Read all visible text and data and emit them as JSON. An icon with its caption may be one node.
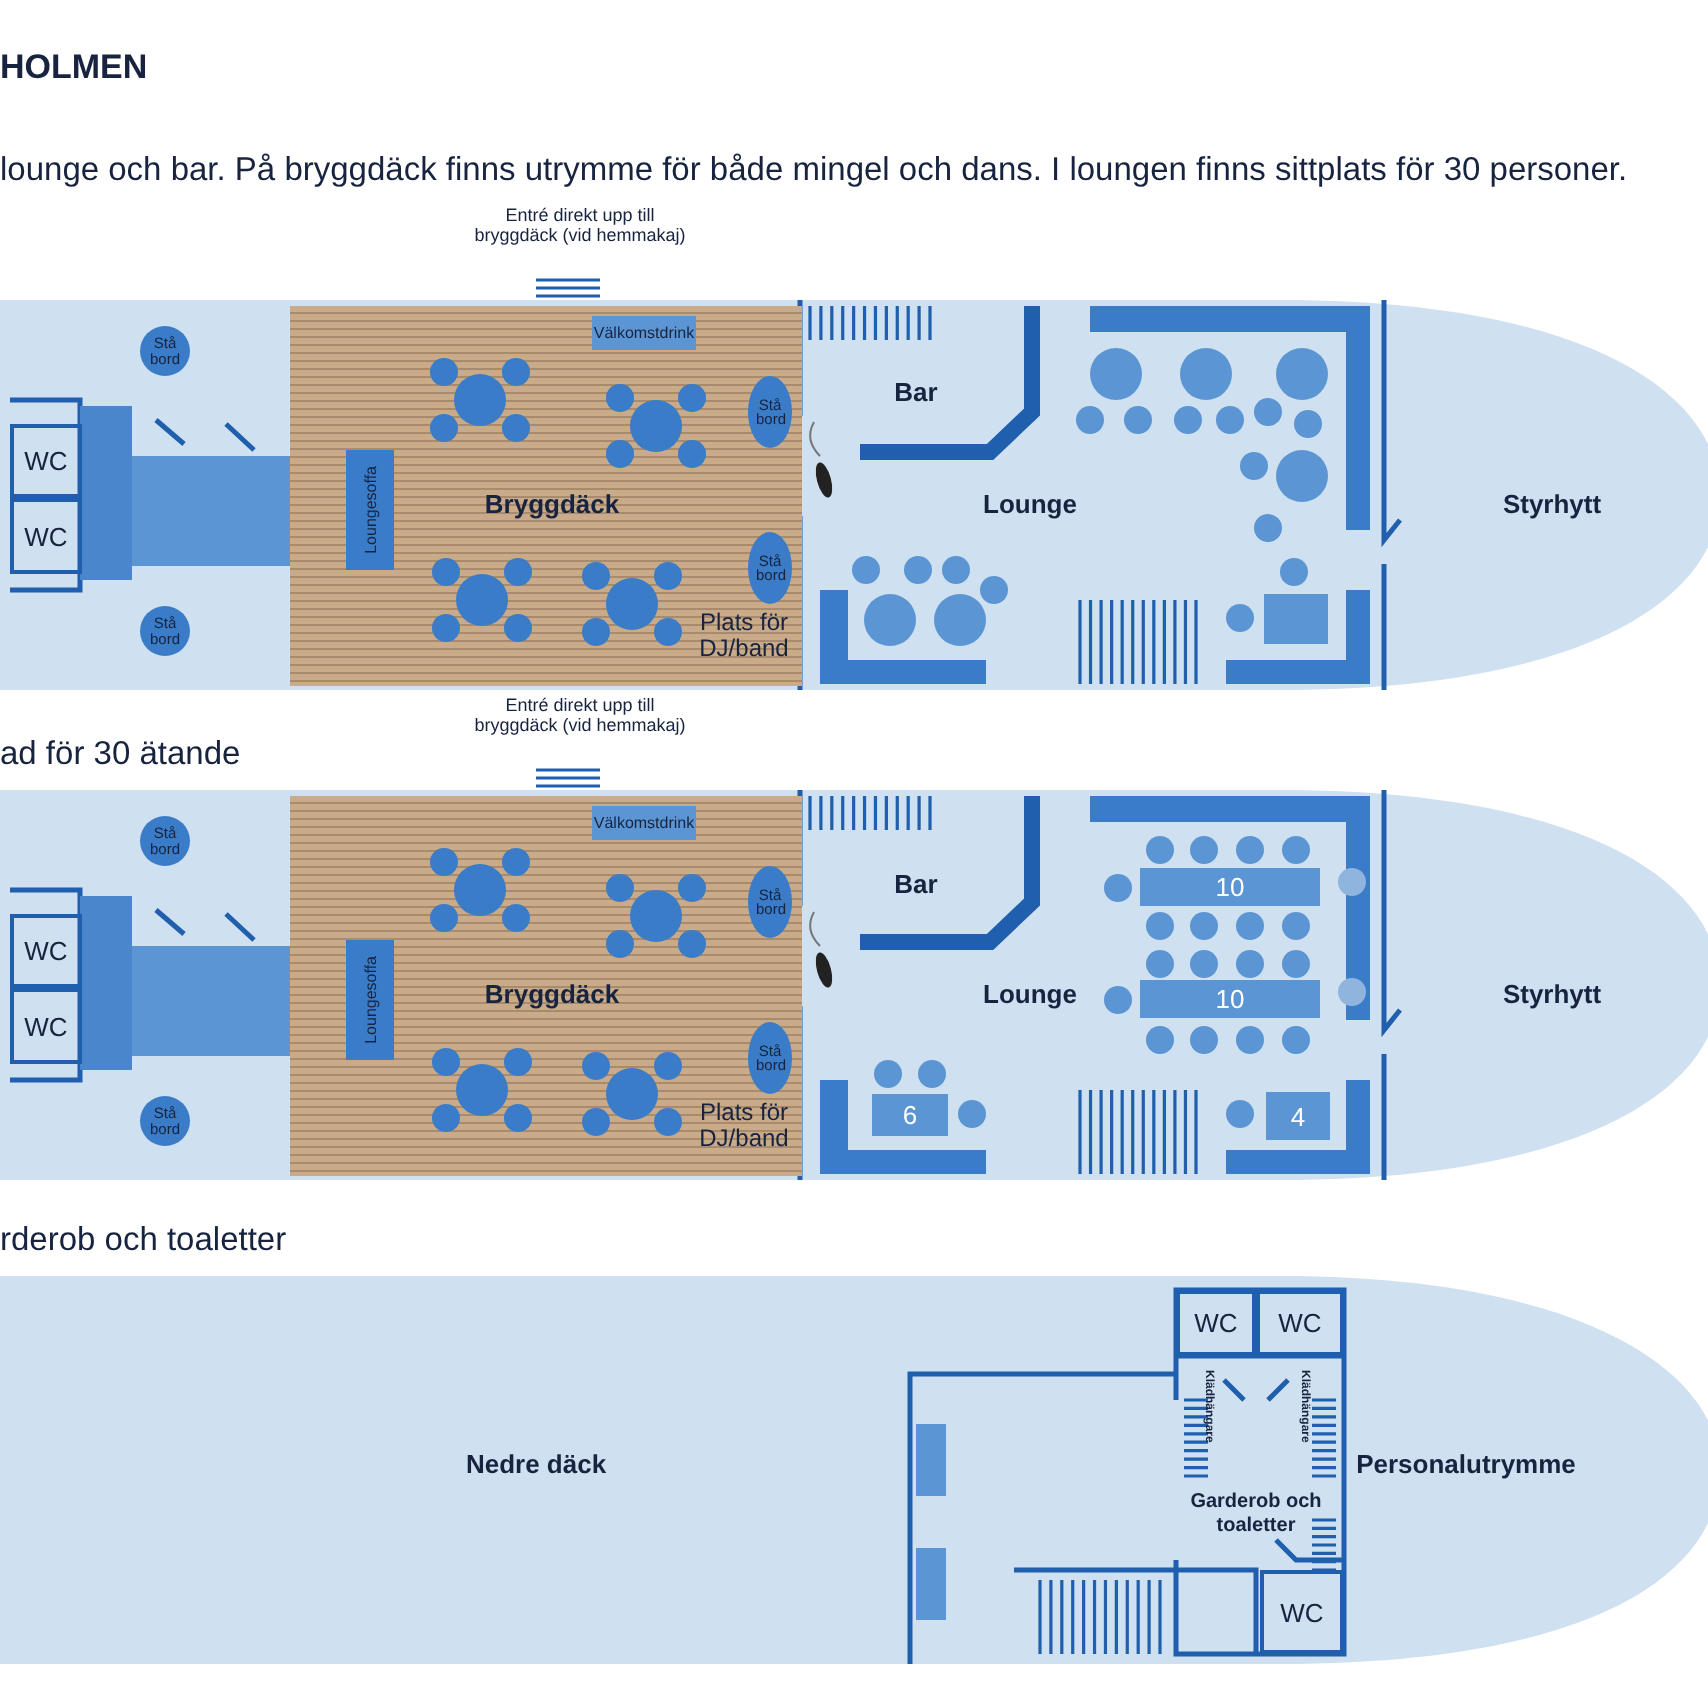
{
  "diagram": {
    "title": "HOLMEN",
    "nodes": [
      {
        "text": [
          "WC"
        ]
      },
      {
        "text": [
          "WC"
        ]
      },
      {
        "text": [
          "Stå bord"
        ]
      },
      {
        "text": [
          "Stå bord"
        ]
      },
      {
        "text": [
          "Bryggdäck",
          "Plats för DJ/band"
        ]
      },
      {
        "text": [
          "Välkomstdrink"
        ],
        "in": 4
      },
      {
        "text": [
          "Loungesoffa"
        ],
        "in": 4
      },
      {
        "text": [
          "Stå bord"
        ],
        "in": 4
      },
      {
        "text": [
          "Stå bord"
        ],
        "in": 4
      },
      {
        "text": [
          "WC"
        ]
      },
      {
        "text": [
          "WC"
        ]
      },
      {
        "text": [
          "Stå bord"
        ]
      },
      {
        "text": [
          "Stå bord"
        ]
      },
      {
        "text": [
          "Bryggdäck",
          "Plats för DJ/band"
        ]
      },
      {
        "text": [
          "Välkomstdrink"
        ],
        "in": 13
      },
      {
        "text": [
          "Loungesoffa"
        ],
        "in": 13
      },
      {
        "text": [
          "Stå bord"
        ],
        "in": 13
      },
      {
        "text": [
          "Stå bord"
        ],
        "in": 13
      },
      {
        "text": [
          "10"
        ]
      },
      {
        "text": [
          "10"
        ]
      },
      {
        "text": [
          "6"
        ]
      },
      {
        "text": [
          "4"
        ]
      },
      {
        "text": [
          "WC"
        ]
      },
      {
        "text": [
          "WC"
        ]
      },
      {
        "text": [
          "WC"
        ]
      }
    ],
    "labels": [
      "lounge och bar. På bryggdäck finns utrymme för både mingel och dans. I loungen finns sittplats för 30 personer.",
      "Entré direkt upp till bryggdäck (vid hemmakaj)",
      "Bar",
      "Lounge",
      "Styrhytt",
      "ad för 30 ätande",
      "Entré direkt upp till bryggdäck (vid hemmakaj)",
      "Bar",
      "Lounge",
      "Styrhytt",
      "rderob och toaletter",
      "Nedre däck",
      "Klädhängare",
      "Klädhängare",
      "Garderob och toaletter",
      "Personalutrymme"
    ]
  }
}
